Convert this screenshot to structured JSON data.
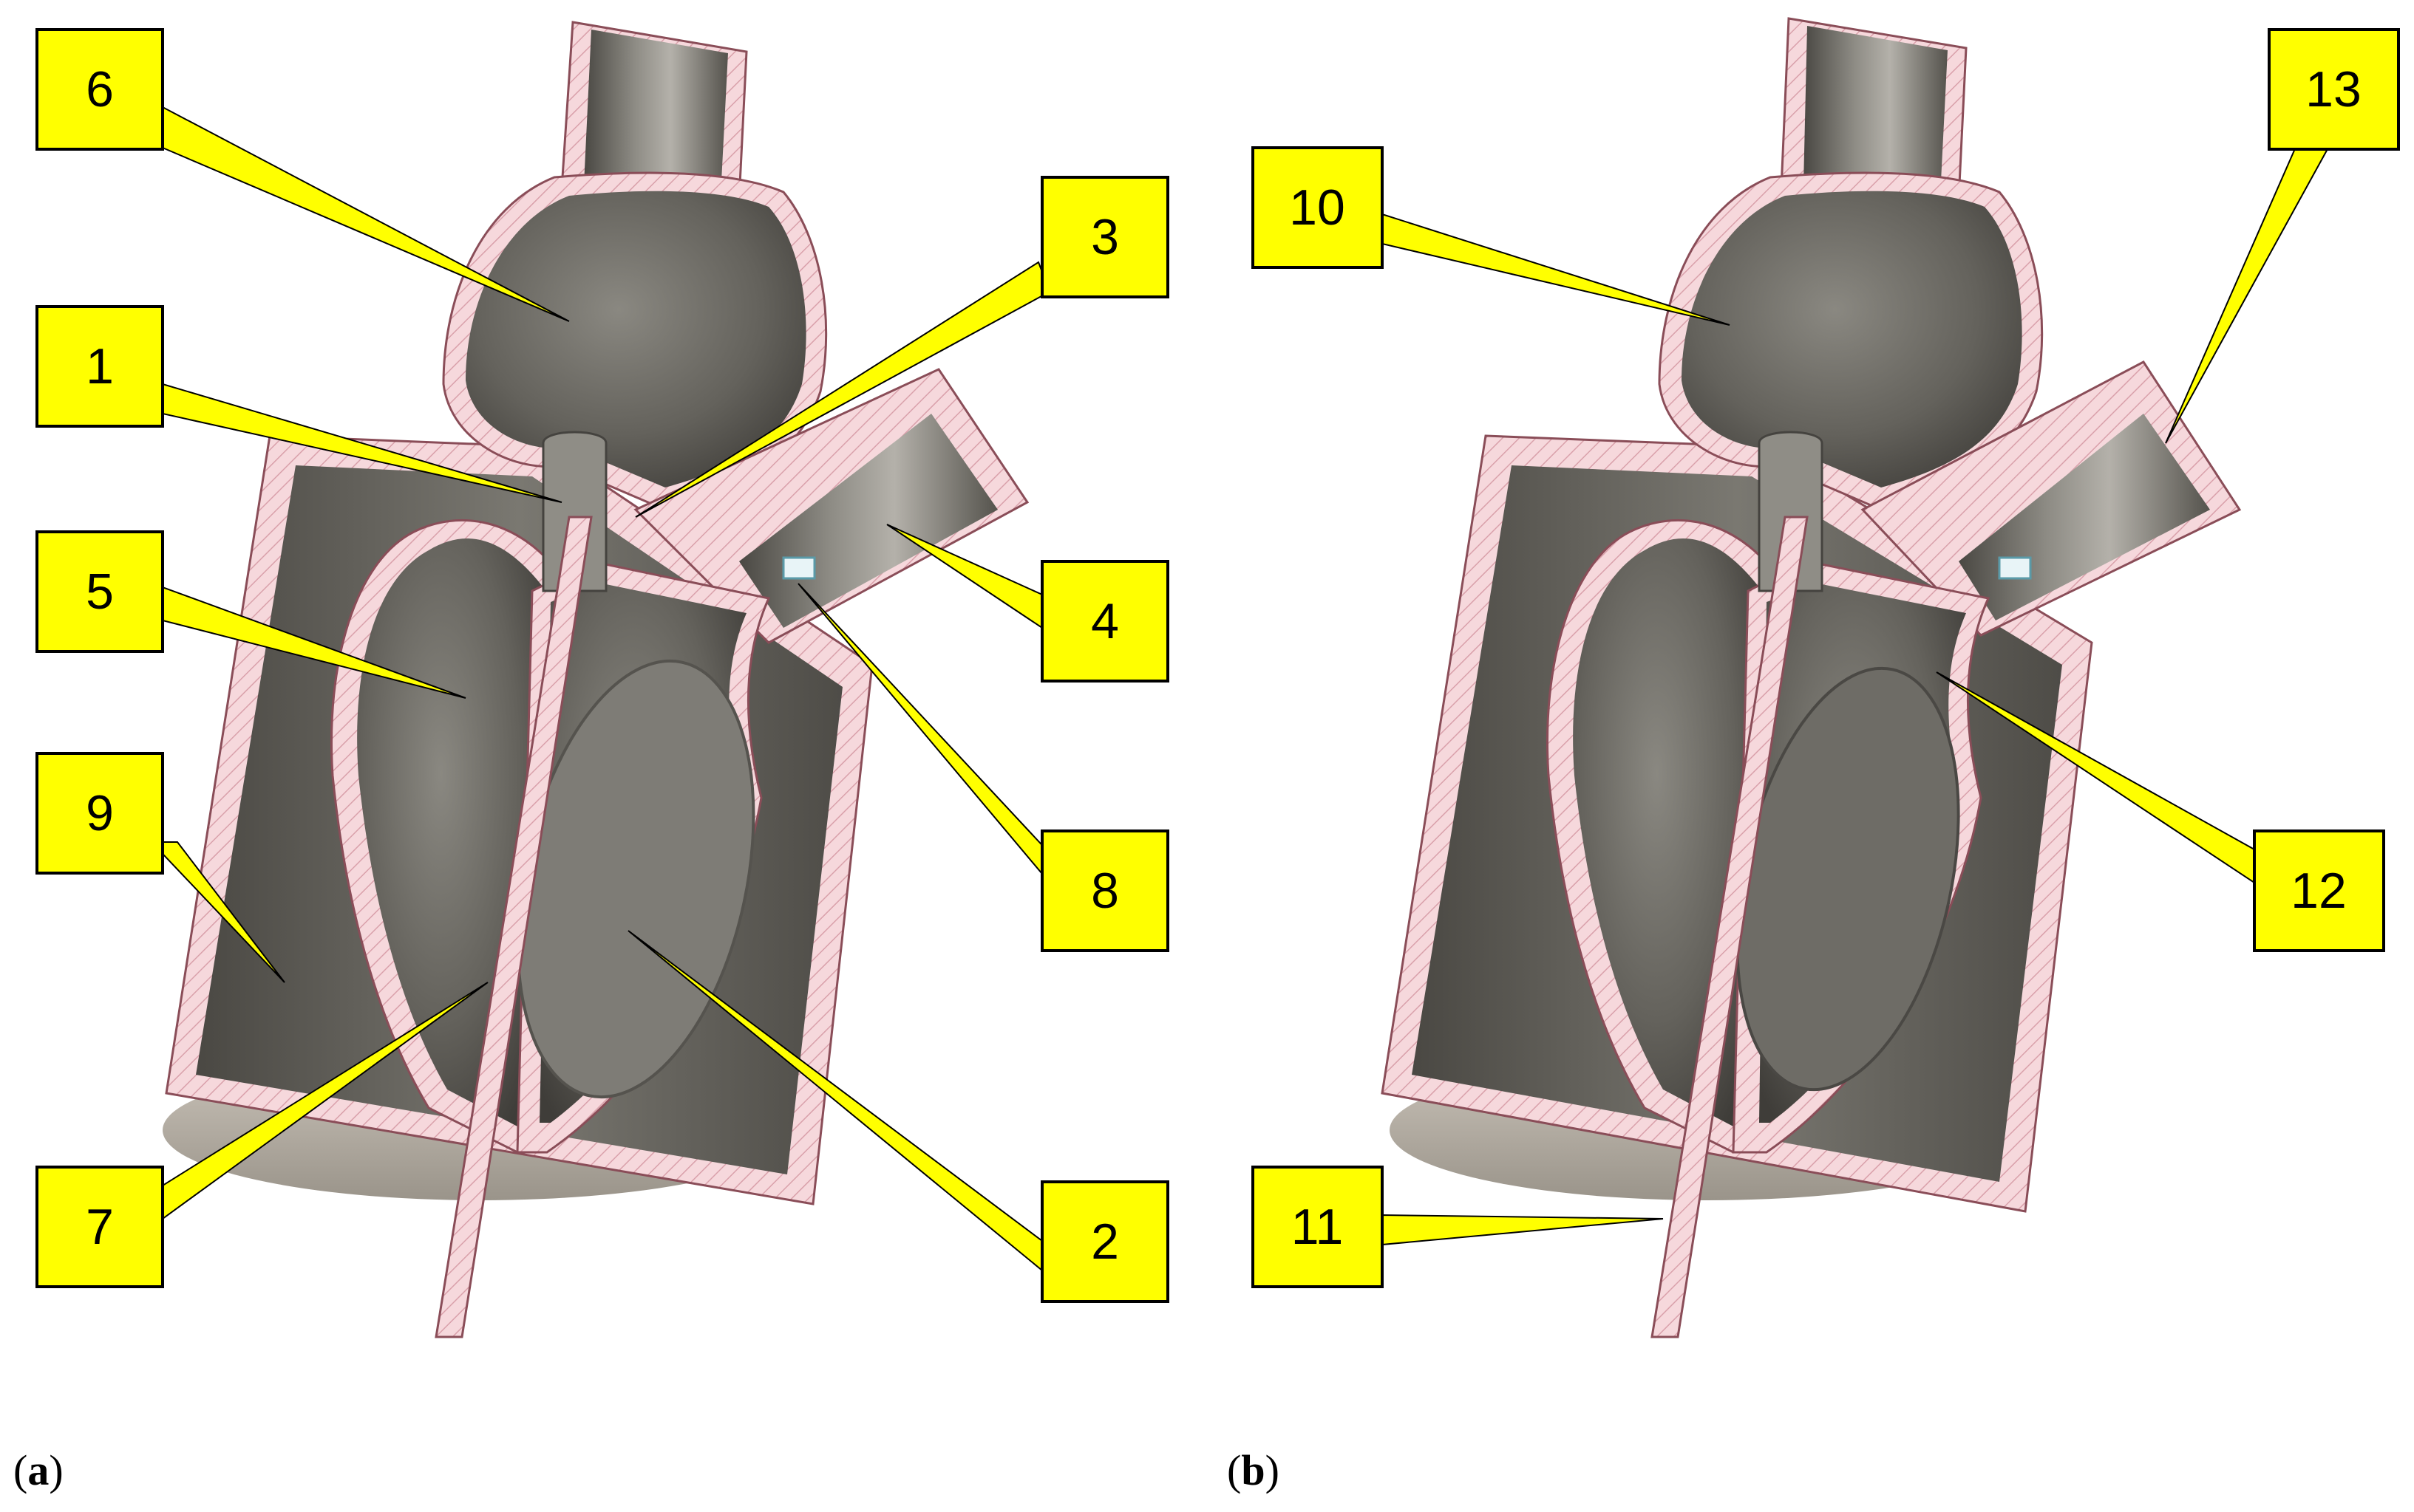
{
  "colors": {
    "callout_fill": "#ffff00",
    "callout_stroke": "#000000",
    "wall_hatch": "#f3c9cf",
    "wall_hatch_line": "#d89aa4",
    "chamber_dark": "#5e5c56",
    "chamber_mid": "#7d7b74",
    "chamber_light": "#a8a59e",
    "leader_line": "#e8e000"
  },
  "panels": [
    {
      "id": "a",
      "label_open": "(",
      "label_letter": "a",
      "label_close": ")",
      "callouts": [
        "6",
        "1",
        "3",
        "5",
        "4",
        "8",
        "9",
        "7",
        "2"
      ]
    },
    {
      "id": "b",
      "label_open": "(",
      "label_letter": "b",
      "label_close": ")",
      "callouts": [
        "10",
        "13",
        "12",
        "11"
      ]
    }
  ]
}
